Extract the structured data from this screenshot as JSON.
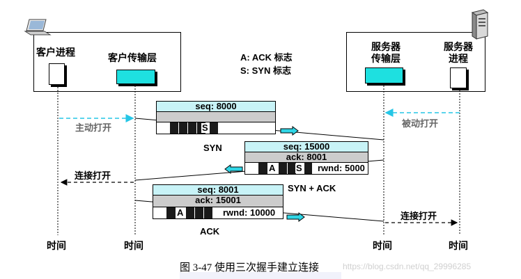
{
  "client": {
    "process_label": "客户进程",
    "transport_label": "客户传输层"
  },
  "server": {
    "transport_label_line1": "服务器",
    "transport_label_line2": "传输层",
    "process_label_line1": "服务器",
    "process_label_line2": "进程"
  },
  "legend": {
    "ack": "A: ACK 标志",
    "syn": "S: SYN 标志"
  },
  "actions": {
    "active_open": "主动打开",
    "passive_open": "被动打开",
    "client_connect_open": "连接打开",
    "server_connect_open": "连接打开"
  },
  "segments": {
    "syn": {
      "seq": "seq: 8000",
      "flag": "S",
      "name": "SYN"
    },
    "synack": {
      "seq": "seq: 15000",
      "ack": "ack: 8001",
      "flag_a": "A",
      "flag_s": "S",
      "rwnd": "rwnd: 5000",
      "name": "SYN + ACK"
    },
    "ack": {
      "seq": "seq: 8001",
      "ack": "ack: 15001",
      "flag_a": "A",
      "rwnd": "rwnd: 10000",
      "name": "ACK"
    }
  },
  "time_label": "时间",
  "caption": "图 3-47    使用三次握手建立连接",
  "watermark": "https://blog.csdn.net/qq_29996285",
  "colors": {
    "cyan_box": "#1ee0e0",
    "segment_header": "#c8f3f7",
    "segment_gray": "#cccccc",
    "dashed_cyan": "#25c6e6"
  }
}
